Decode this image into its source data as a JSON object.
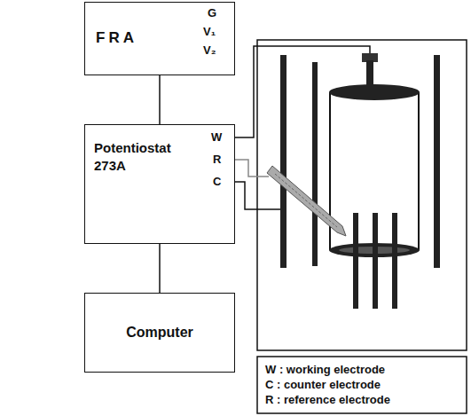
{
  "diagram": {
    "nodes": [
      {
        "text": [
          "FRA"
        ]
      },
      {
        "text": [
          "Potentiostat 273A"
        ]
      },
      {
        "text": [
          "Computer"
        ]
      }
    ],
    "edges": [
      {
        "from": 0,
        "to": 1,
        "arrow": "none"
      },
      {
        "from": 1,
        "to": 2,
        "arrow": "none"
      }
    ],
    "labels": [
      "G",
      "V₁",
      "V₂",
      "W",
      "R",
      "C"
    ],
    "legend": [
      {
        "text": "W : working electrode"
      },
      {
        "text": "C : counter electrode"
      },
      {
        "text": "R : reference electrode"
      }
    ]
  }
}
